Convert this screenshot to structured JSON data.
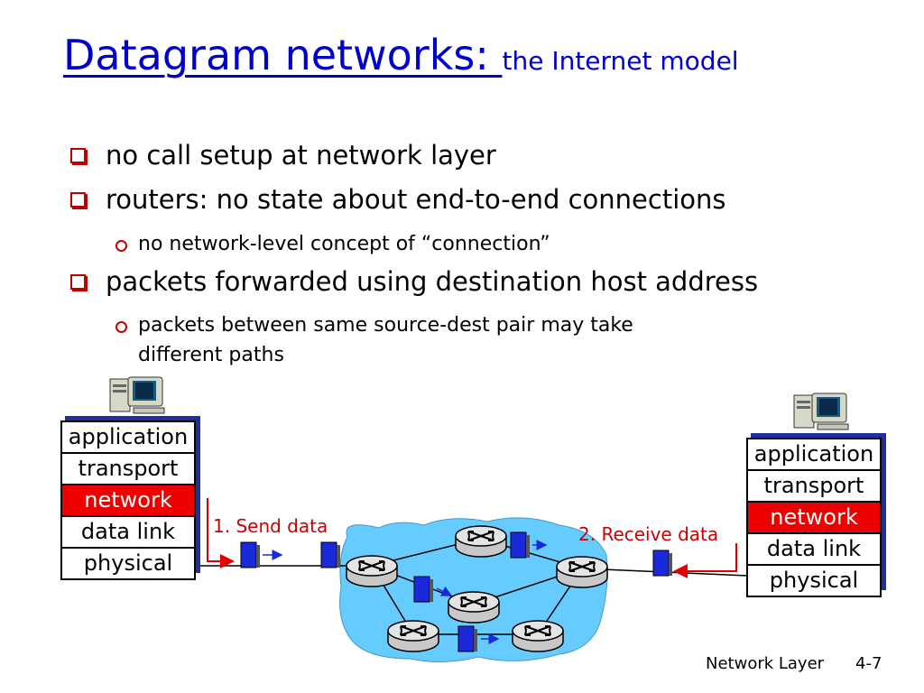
{
  "title": {
    "main": "Datagram networks: ",
    "sub": "the Internet model"
  },
  "bullets": [
    {
      "text": "no call setup at network layer"
    },
    {
      "text": "routers: no state about end-to-end connections"
    },
    {
      "text": "no network-level concept of “connection”"
    },
    {
      "text": "packets forwarded using destination host address"
    },
    {
      "text": "packets between same source-dest pair may take"
    },
    {
      "text": "different paths"
    }
  ],
  "sender_stack": [
    "application",
    "transport",
    "network",
    "data link",
    "physical"
  ],
  "receiver_stack": [
    "application",
    "transport",
    "network",
    "data link",
    "physical"
  ],
  "labels": {
    "send": "1. Send data",
    "receive": "2. Receive data"
  },
  "footer": {
    "chapter": "Network Layer",
    "page": "4-7"
  },
  "colors": {
    "title": "#0000cc",
    "bullet": "#c00000",
    "network_layer": "#ee0000",
    "cloud": "#66ccff",
    "packet": "#1a2adb"
  },
  "icons": {
    "host": "computer-icon",
    "router": "router-icon",
    "packet": "packet-icon"
  }
}
